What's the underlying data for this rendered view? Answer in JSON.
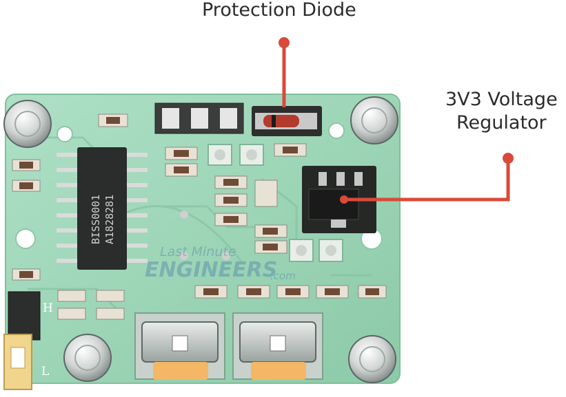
{
  "callouts": {
    "diode": {
      "label": "Protection Diode"
    },
    "regulator": {
      "line1": "3V3 Voltage",
      "line2": "Regulator"
    }
  },
  "board": {
    "ic_marking_line1": "BISS0001",
    "ic_marking_line2": "A1828281",
    "jumper_h": "H",
    "jumper_l": "L",
    "watermark_line1": "Last Minute",
    "watermark_line2": "ENGINEERS",
    "watermark_suffix": ".com"
  },
  "colors": {
    "pcb": "#9fd6b9",
    "callout": "#d94a3a",
    "label": "#2b2b2b"
  }
}
